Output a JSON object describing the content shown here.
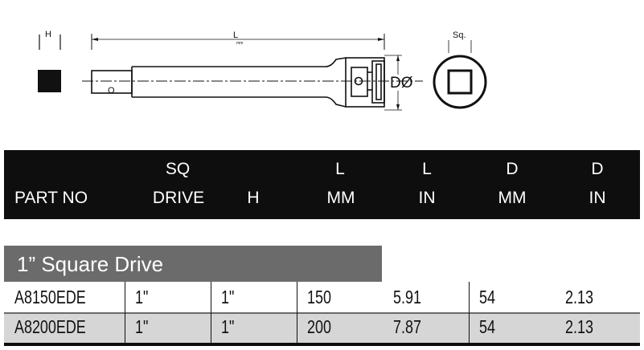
{
  "diagram": {
    "label_h": "H",
    "label_l": "L",
    "label_l_sub": "mm",
    "label_o": "O",
    "label_d": "DØ",
    "label_sq": "Sq."
  },
  "header": {
    "row1": {
      "sq": "SQ",
      "l_mm": "L",
      "l_in": "L",
      "d_mm": "D",
      "d_in": "D"
    },
    "row2": {
      "part_no": "PART NO",
      "drive": "DRIVE",
      "h": "H",
      "mm": "MM",
      "in": "IN",
      "d_mm": "MM",
      "d_in": "IN"
    }
  },
  "section": {
    "title": "1” Square Drive"
  },
  "rows": [
    {
      "part_no": "A8150EDE",
      "drive": "1\"",
      "h": "1\"",
      "l_mm": "150",
      "l_in": "5.91",
      "d_mm": "54",
      "d_in": "2.13"
    },
    {
      "part_no": "A8200EDE",
      "drive": "1\"",
      "h": "1\"",
      "l_mm": "200",
      "l_in": "7.87",
      "d_mm": "54",
      "d_in": "2.13"
    }
  ]
}
